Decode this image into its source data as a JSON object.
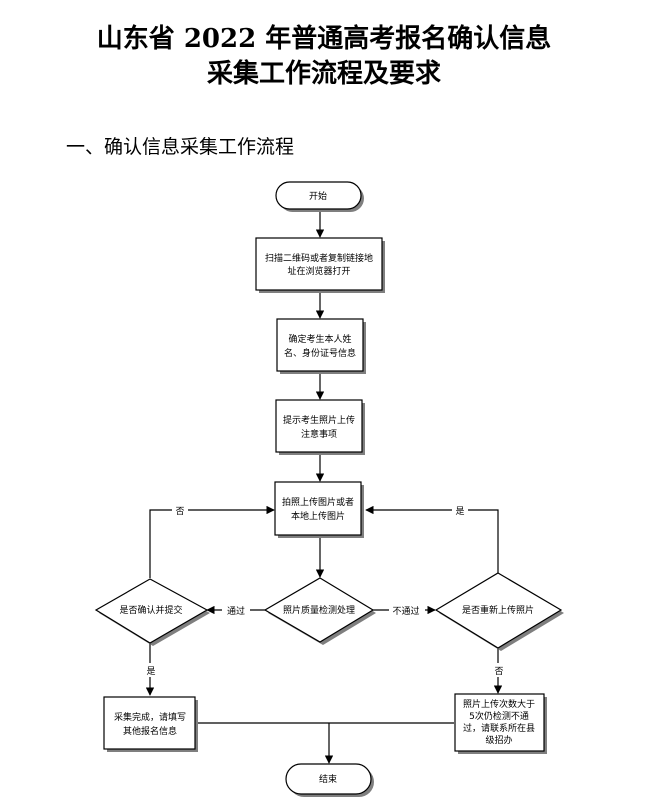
{
  "title": {
    "line1": "山东省 2022 年普通高考报名确认信息",
    "line2": "采集工作流程及要求"
  },
  "section": {
    "heading": "一、确认信息采集工作流程"
  },
  "flowchart": {
    "nodes": {
      "start": [
        "开始"
      ],
      "scan": [
        "扫描二维码或者复制链接地",
        "址在浏览器打开"
      ],
      "confirm_identity": [
        "确定考生本人姓",
        "名、身份证号信息"
      ],
      "photo_notice": [
        "提示考生照片上传",
        "注意事项"
      ],
      "upload_photo": [
        "拍照上传图片或者",
        "本地上传图片"
      ],
      "quality_check": [
        "照片质量检测处理"
      ],
      "confirm_submit": [
        "是否确认并提交"
      ],
      "reupload": [
        "是否重新上传照片"
      ],
      "collection_done": [
        "采集完成，请填写",
        "其他报名信息"
      ],
      "contact_office": [
        "照片上传次数大于",
        "5次仍检测不通",
        "过，请联系所在县",
        "级招办"
      ],
      "end": [
        "结束"
      ]
    },
    "edges": {
      "pass": "通过",
      "fail": "不通过",
      "no_left": "否",
      "yes_right": "是",
      "yes_down": "是",
      "no_down": "否"
    }
  }
}
